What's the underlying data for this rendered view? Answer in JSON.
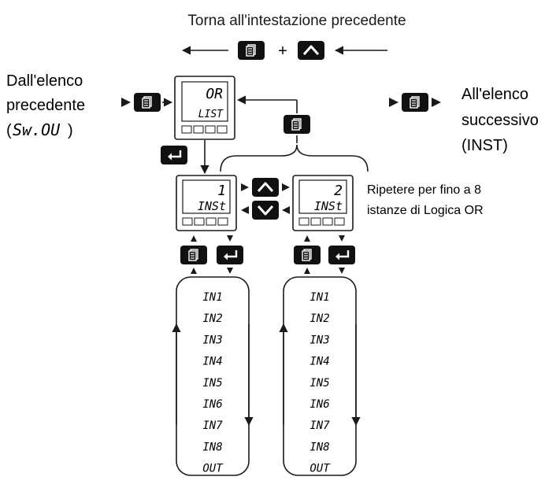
{
  "header": {
    "back_text": "Torna all'intestazione precedente",
    "plus": "+"
  },
  "left": {
    "line1": "Dall'elenco",
    "line2": "precedente",
    "line3_open": "(",
    "line3_code": "Sw.OU",
    "line3_close": ")"
  },
  "right": {
    "line1": "All'elenco",
    "line2": "successivo",
    "line3": "(INST)"
  },
  "repeat_note": {
    "line1": "Ripetere per fino a 8",
    "line2": "istanze di Logica OR"
  },
  "list_display": {
    "top": "OR",
    "bottom": "LIST"
  },
  "instances": [
    {
      "top": "1",
      "bottom": "INSt"
    },
    {
      "top": "2",
      "bottom": "INSt"
    }
  ],
  "params": [
    "IN1",
    "IN2",
    "IN3",
    "IN4",
    "IN5",
    "IN6",
    "IN7",
    "IN8",
    "OUT"
  ],
  "icons": {
    "page": "page-key-icon",
    "up": "up-arrow-key-icon",
    "down": "down-arrow-key-icon",
    "enter": "enter-key-icon"
  }
}
